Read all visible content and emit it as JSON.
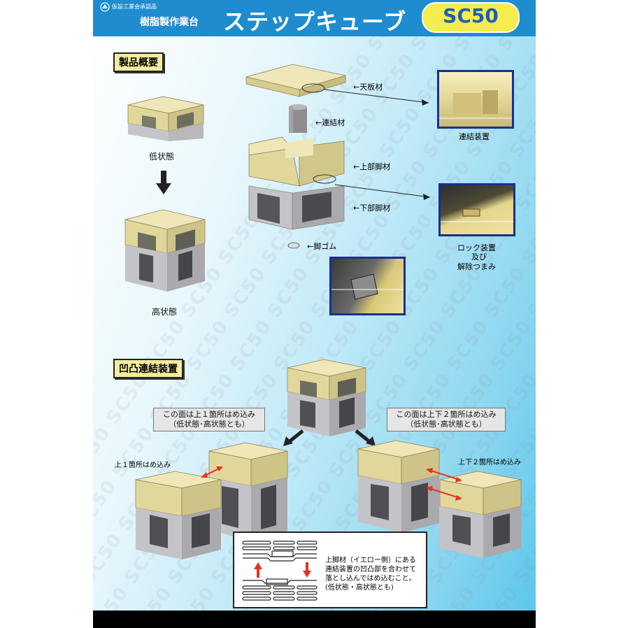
{
  "header": {
    "logo_text": "仮設工業会承認品",
    "subtitle": "樹脂製作業台",
    "title": "ステップキューブ",
    "model": "SC50"
  },
  "watermark_text": "SC50",
  "overview": {
    "heading": "製品概要",
    "low_state": "低状態",
    "high_state": "高状態",
    "parts": {
      "top_plate": "←天板材",
      "connector": "←連結材",
      "upper_leg": "←上部脚材",
      "lower_leg": "←下部脚材",
      "rubber_foot": "←脚ゴム"
    },
    "connecting_device": "連結装置",
    "lock_line1": "ロック装置",
    "lock_line2": "及び",
    "lock_line3": "解除つまみ"
  },
  "joint": {
    "heading": "凹凸連結装置",
    "left_note_line1": "この面は上１箇所はめ込み",
    "left_note_line2": "（低状態･高状態とも）",
    "right_note_line1": "この面は上下２箇所はめ込み",
    "right_note_line2": "（低状態･高状態とも）",
    "left_label": "上１箇所はめ込み",
    "right_label": "上下２箇所はめ込み",
    "instruction_line1": "上脚材（イエロー側）にある",
    "instruction_line2": "連結装置の凹凸部を合わせて",
    "instruction_line3": "落とし込んではめ込むこと。",
    "instruction_line4": "(低状態・高状態とも)"
  },
  "colors": {
    "header_blue": "#1e8ccf",
    "model_badge": "#f5ec4e",
    "resin_yellow": "#e6dca0",
    "leg_gray": "#b8b8bc",
    "arrow_red": "#e8321e",
    "photo_border": "#1b2f8f"
  }
}
